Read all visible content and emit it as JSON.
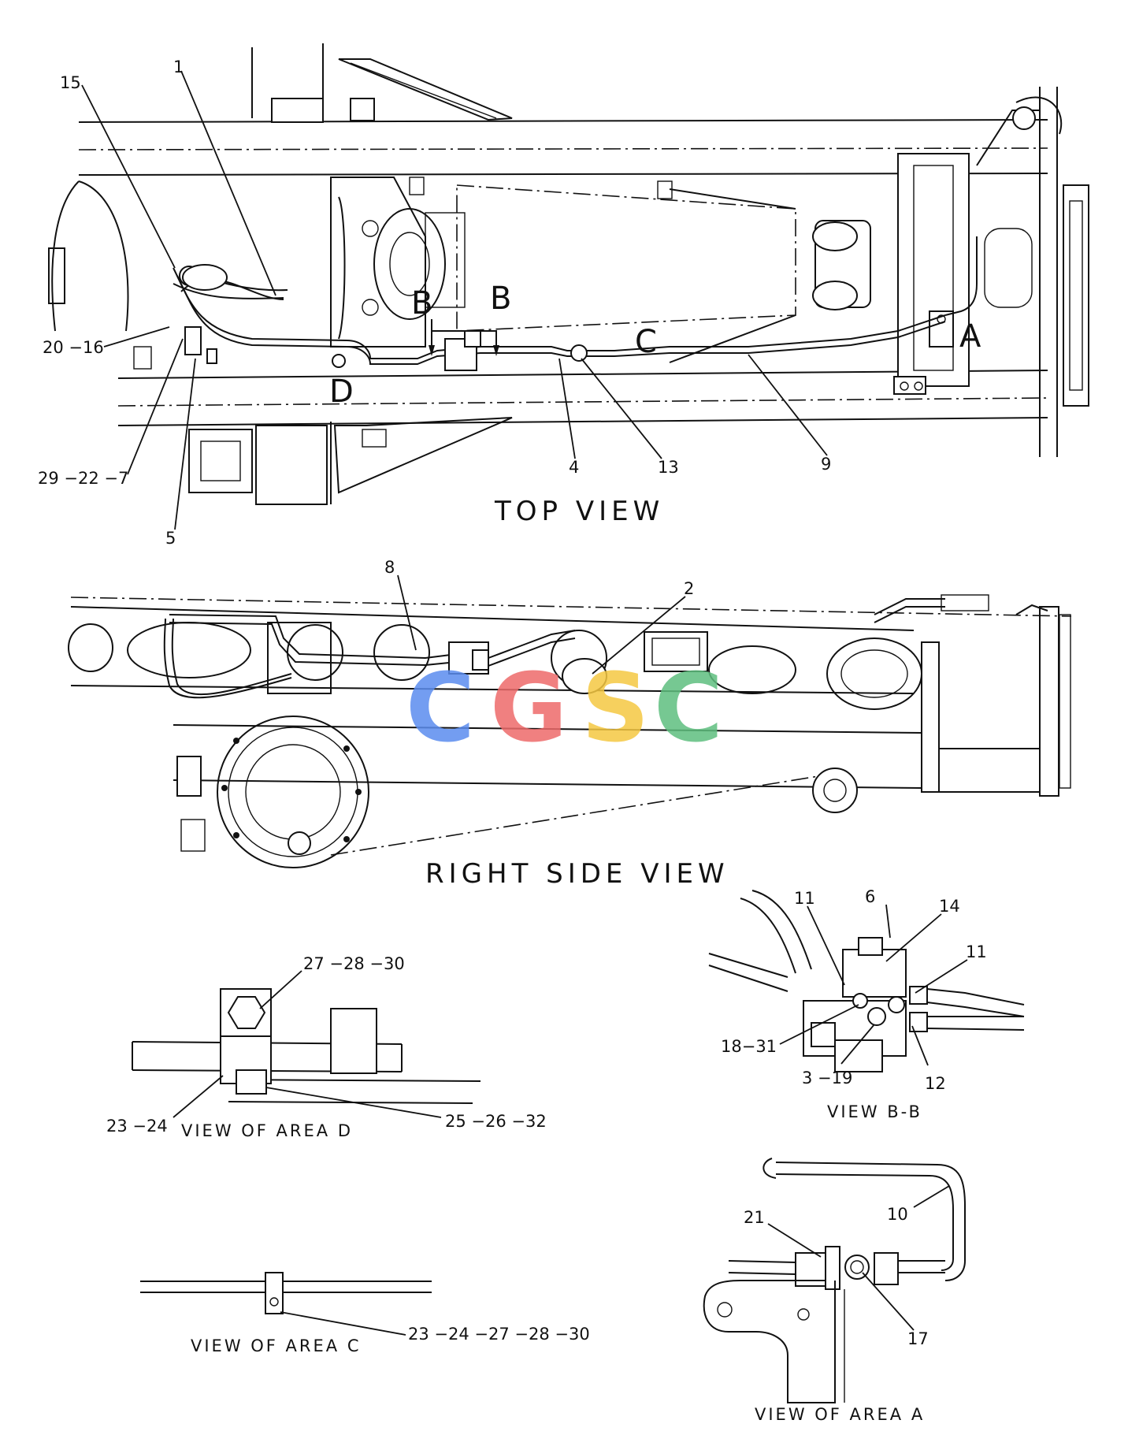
{
  "views": {
    "top": "TOP VIEW",
    "right_side": "RIGHT SIDE VIEW",
    "area_d": "VIEW OF AREA D",
    "area_c": "VIEW OF AREA C",
    "area_a": "VIEW OF AREA A",
    "bb": "VIEW B-B"
  },
  "section_markers": {
    "b1": "B",
    "b2": "B",
    "a": "A",
    "c": "C",
    "d": "D"
  },
  "callouts": {
    "top": {
      "c15": "15",
      "c1": "1",
      "c20_16": "20 −16",
      "c29_22_7": "29 −22 −7",
      "c5": "5",
      "c4": "4",
      "c13": "13",
      "c9": "9"
    },
    "side": {
      "c8": "8",
      "c2": "2"
    },
    "area_d": {
      "c27_28_30": "27 −28 −30",
      "c23_24": "23 −24",
      "c25_26_32": "25 −26 −32"
    },
    "area_c": {
      "c23_24_27_28_30": "23 −24 −27 −28 −30"
    },
    "bb": {
      "c11a": "11",
      "c6": "6",
      "c14": "14",
      "c11b": "11",
      "c18_31": "18−31",
      "c3_19": "3 −19",
      "c12": "12"
    },
    "area_a": {
      "c10": "10",
      "c21": "21",
      "c17": "17"
    }
  },
  "watermark": {
    "letters": [
      "C",
      "G",
      "S",
      "C"
    ],
    "colors": [
      "#5b8def",
      "#ee6b6b",
      "#f5c842",
      "#5fbf7f"
    ]
  }
}
